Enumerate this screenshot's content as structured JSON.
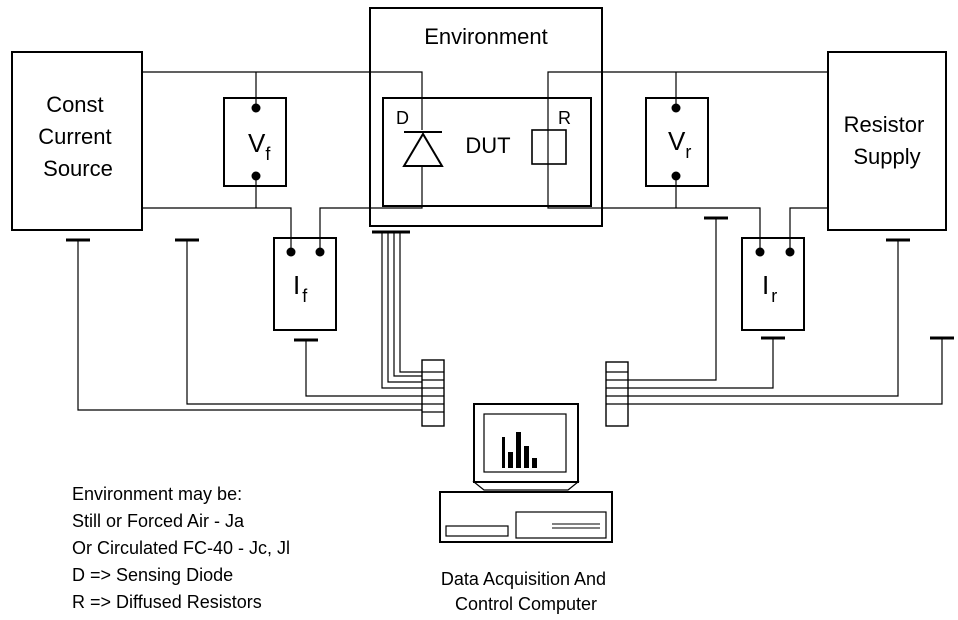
{
  "blocks": {
    "const_current_source": [
      "Const",
      "Current",
      "Source"
    ],
    "environment": "Environment",
    "resistor_supply": [
      "Resistor",
      "Supply"
    ],
    "vf": {
      "main": "V",
      "sub": "f"
    },
    "vr": {
      "main": "V",
      "sub": "r"
    },
    "if": {
      "main": "I",
      "sub": "f"
    },
    "ir": {
      "main": "I",
      "sub": "r"
    },
    "dut": {
      "label": "DUT",
      "diode_tag": "D",
      "resistor_tag": "R"
    },
    "computer": [
      "Data Acquisition And",
      "Control Computer"
    ]
  },
  "notes": [
    "Environment may be:",
    "Still or Forced Air - Ja",
    "Or Circulated FC-40 - Jc, Jl",
    "D => Sensing Diode",
    "R => Diffused Resistors"
  ]
}
